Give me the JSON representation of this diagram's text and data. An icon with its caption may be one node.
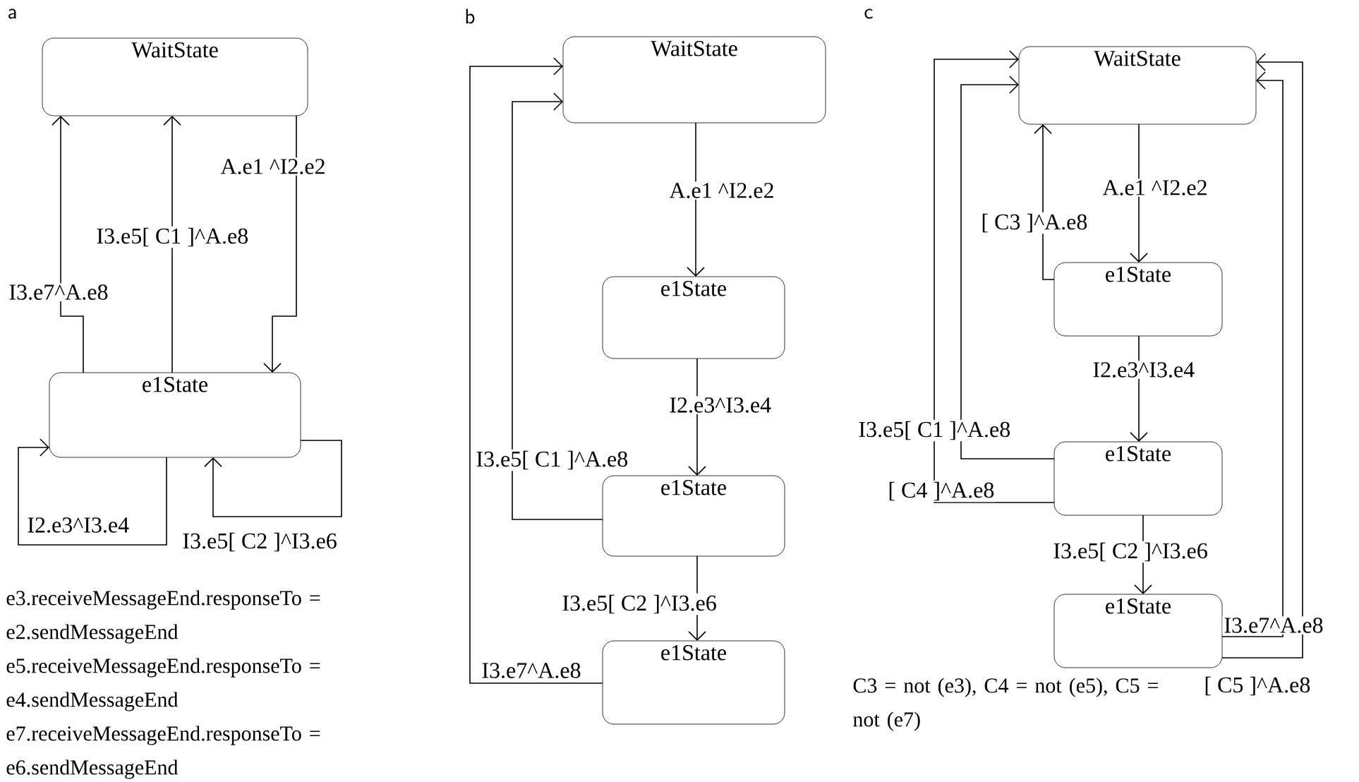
{
  "diagram": {
    "nodes": [
      {
        "text": [
          "WaitState"
        ]
      },
      {
        "text": [
          "e1State"
        ]
      },
      {
        "text": [
          "WaitState"
        ]
      },
      {
        "text": [
          "e1State"
        ]
      },
      {
        "text": [
          "e1State"
        ]
      },
      {
        "text": [
          "e1State"
        ]
      },
      {
        "text": [
          "WaitState"
        ]
      },
      {
        "text": [
          "e1State"
        ]
      },
      {
        "text": [
          "e1State"
        ]
      },
      {
        "text": [
          "e1State"
        ]
      }
    ],
    "edges": [
      {
        "from": 1,
        "to": 0,
        "arrow": "to",
        "label": "I3.e7^A.e8"
      },
      {
        "from": 1,
        "to": 0,
        "arrow": "to",
        "label": "I3.e5[ C1 ]^A.e8"
      },
      {
        "from": 0,
        "to": 1,
        "arrow": "to",
        "label": "A.e1 ^I2.e2"
      },
      {
        "from": 1,
        "to": 1,
        "arrow": "to",
        "label": "I2.e3^I3.e4"
      },
      {
        "from": 1,
        "to": 1,
        "arrow": "to",
        "label": "I3.e5[ C2 ]^I3.e6"
      },
      {
        "from": 2,
        "to": 3,
        "arrow": "to",
        "label": "A.e1 ^I2.e2"
      },
      {
        "from": 3,
        "to": 4,
        "arrow": "to",
        "label": "I2.e3^I3.e4"
      },
      {
        "from": 4,
        "to": 2,
        "arrow": "to",
        "label": "I3.e5[ C1 ]^A.e8"
      },
      {
        "from": 4,
        "to": 5,
        "arrow": "to",
        "label": "I3.e5[ C2 ]^I3.e6"
      },
      {
        "from": 5,
        "to": 2,
        "arrow": "to",
        "label": "I3.e7^A.e8"
      },
      {
        "from": 6,
        "to": 7,
        "arrow": "to",
        "label": "A.e1 ^I2.e2"
      },
      {
        "from": 7,
        "to": 6,
        "arrow": "to",
        "label": "[ C3 ]^A.e8"
      },
      {
        "from": 7,
        "to": 8,
        "arrow": "to",
        "label": "I2.e3^I3.e4"
      },
      {
        "from": 8,
        "to": 6,
        "arrow": "to",
        "label": "I3.e5[ C1 ]^A.e8"
      },
      {
        "from": 8,
        "to": 6,
        "arrow": "to",
        "label": "[ C4 ]^A.e8"
      },
      {
        "from": 8,
        "to": 9,
        "arrow": "to",
        "label": "I3.e5[ C2 ]^I3.e6"
      },
      {
        "from": 9,
        "to": 6,
        "arrow": "to",
        "label": "I3.e7^A.e8"
      },
      {
        "from": 9,
        "to": 6,
        "arrow": "to",
        "label": "[ C5 ]^A.e8"
      }
    ],
    "labels": [
      "a",
      "b",
      "c",
      "e3.receiveMessageEnd.responseTo = e2.sendMessageEnd",
      "e5.receiveMessageEnd.responseTo = e4.sendMessageEnd",
      "e7.receiveMessageEnd.responseTo = e6.sendMessageEnd",
      "C3 = not (e3), C4 = not (e5), C5 = not (e7)"
    ]
  }
}
